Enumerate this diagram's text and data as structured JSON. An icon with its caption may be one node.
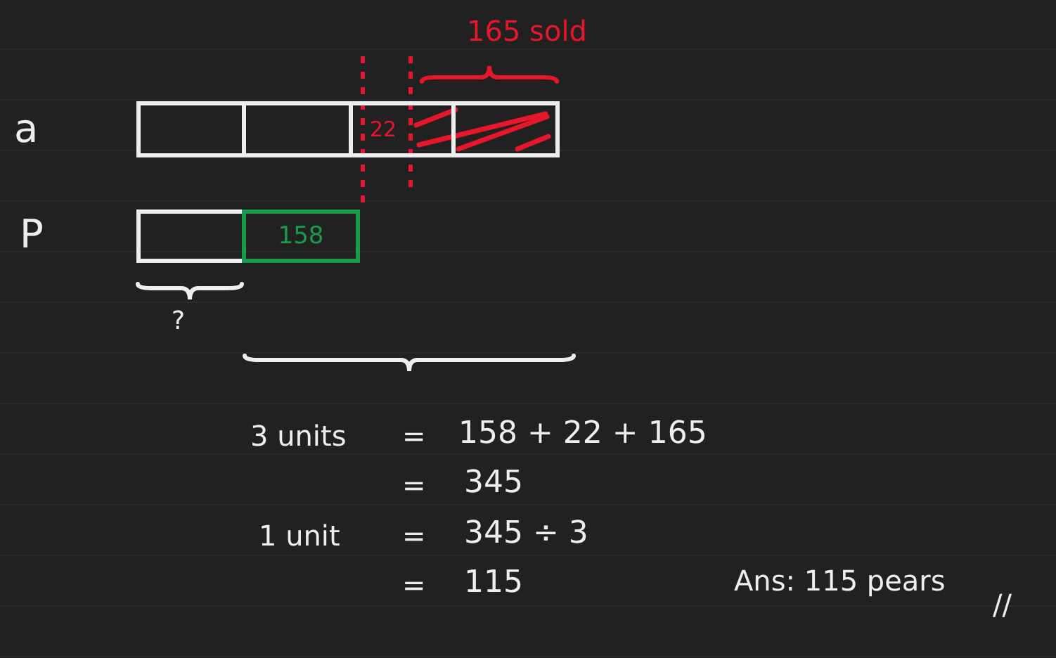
{
  "diagram": {
    "nodes": [
      {
        "text": [],
        "shape": "box"
      },
      {
        "text": [],
        "shape": "box"
      },
      {
        "text": [
          "22"
        ]
      },
      {
        "text": [],
        "shape": "box"
      },
      {
        "text": [],
        "shape": "box"
      },
      {
        "text": [
          "158"
        ]
      }
    ],
    "labels": [
      "165 sold",
      "a",
      "P",
      "?",
      "3 units",
      "=",
      "158 + 22 + 165",
      "=",
      "345",
      "1 unit",
      "=",
      "345 ÷ 3",
      "=",
      "115",
      "Ans: 115 pears",
      "//"
    ]
  }
}
